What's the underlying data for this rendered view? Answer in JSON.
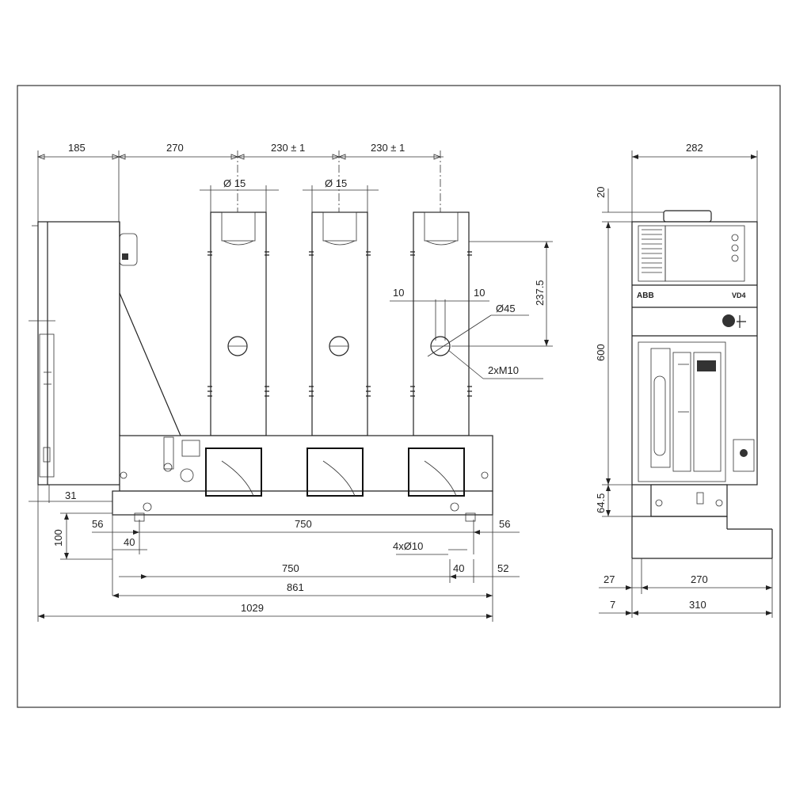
{
  "colors": {
    "line": "#222222",
    "background": "#ffffff"
  },
  "front_view": {
    "dim_185": "185",
    "dim_270": "270",
    "dim_230_1": "230 ± 1",
    "dim_230_2": "230 ± 1",
    "dia15_1": "Ø 15",
    "dia15_2": "Ø 15",
    "dim_237_5": "237.5",
    "dim_10_left": "10",
    "dim_10_right": "10",
    "dia45": "Ø45",
    "m10": "2xM10",
    "dim_31": "31",
    "dim_100": "100",
    "dim_56_left": "56",
    "dim_750_top": "750",
    "dim_56_right": "56",
    "dim_40_left": "40",
    "holes": "4xØ10",
    "dim_750_bottom": "750",
    "dim_40_right": "40",
    "dim_52": "52",
    "dim_861": "861",
    "dim_1029": "1029"
  },
  "side_view": {
    "dim_282": "282",
    "dim_20": "20",
    "dim_600": "600",
    "dim_64_5": "64.5",
    "dim_27": "27",
    "dim_270": "270",
    "dim_7": "7",
    "dim_310": "310",
    "brand": "ABB",
    "model": "VD4"
  }
}
